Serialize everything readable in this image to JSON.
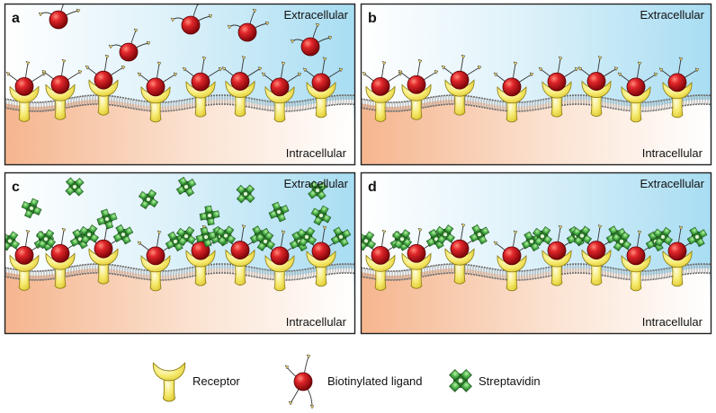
{
  "panels": [
    {
      "letter": "a",
      "extracellular": "Extracellular",
      "intracellular": "Intracellular",
      "receptors": [
        {
          "bound": true,
          "sa": 0
        },
        {
          "bound": true,
          "sa": 0
        },
        {
          "bound": true,
          "sa": 0
        },
        {
          "bound": true,
          "sa": 0
        },
        {
          "bound": true,
          "sa": 0
        },
        {
          "bound": true,
          "sa": 0
        },
        {
          "bound": true,
          "sa": 0
        },
        {
          "bound": true,
          "sa": 0
        }
      ],
      "free_ligands": 5,
      "free_streptavidin": 0
    },
    {
      "letter": "b",
      "extracellular": "Extracellular",
      "intracellular": "Intracellular",
      "receptors": [
        {
          "bound": true,
          "sa": 0
        },
        {
          "bound": true,
          "sa": 0
        },
        {
          "bound": true,
          "sa": 0
        },
        {
          "bound": true,
          "sa": 0
        },
        {
          "bound": true,
          "sa": 0
        },
        {
          "bound": true,
          "sa": 0
        },
        {
          "bound": true,
          "sa": 0
        },
        {
          "bound": true,
          "sa": 0
        }
      ],
      "free_ligands": 0,
      "free_streptavidin": 0
    },
    {
      "letter": "c",
      "extracellular": "Extracellular",
      "intracellular": "Intracellular",
      "receptors": [
        {
          "bound": true,
          "sa": 2
        },
        {
          "bound": true,
          "sa": 2
        },
        {
          "bound": true,
          "sa": 2
        },
        {
          "bound": true,
          "sa": 1
        },
        {
          "bound": true,
          "sa": 2
        },
        {
          "bound": true,
          "sa": 2
        },
        {
          "bound": true,
          "sa": 2
        },
        {
          "bound": true,
          "sa": 2
        }
      ],
      "free_streptavidin": 11,
      "free_ligands": 0
    },
    {
      "letter": "d",
      "extracellular": "Extracellular",
      "intracellular": "Intracellular",
      "receptors": [
        {
          "bound": true,
          "sa": 2
        },
        {
          "bound": true,
          "sa": 2
        },
        {
          "bound": true,
          "sa": 2
        },
        {
          "bound": true,
          "sa": 1
        },
        {
          "bound": true,
          "sa": 2
        },
        {
          "bound": true,
          "sa": 2
        },
        {
          "bound": true,
          "sa": 2
        },
        {
          "bound": true,
          "sa": 2
        }
      ],
      "free_streptavidin": 0,
      "free_ligands": 0
    }
  ],
  "legend": {
    "receptor_label": "Receptor",
    "ligand_label": "Biotinylated ligand",
    "streptavidin_label": "Streptavidin"
  },
  "colors": {
    "extracellular_top": "#bfe6f5",
    "extracellular_bottom": "#ffffff",
    "intracellular": "#f7c9a8",
    "receptor": "#f4e45a",
    "ligand": "#c8161d",
    "streptavidin": "#3a9a3a",
    "membrane": "#9a9a9a"
  }
}
